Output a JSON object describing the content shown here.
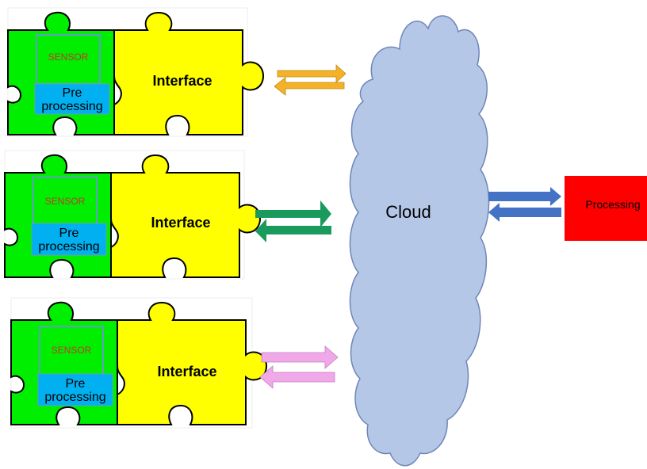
{
  "modules": [
    {
      "sensor_label": "SENSOR",
      "preprocessing_line1": "Pre",
      "preprocessing_line2": "processing",
      "interface_label": "Interface",
      "arrow_color": "#f4b228"
    },
    {
      "sensor_label": "SENSOR",
      "preprocessing_line1": "Pre",
      "preprocessing_line2": "processing",
      "interface_label": "Interface",
      "arrow_color": "#1a9a5c"
    },
    {
      "sensor_label": "SENSOR",
      "preprocessing_line1": "Pre",
      "preprocessing_line2": "processing",
      "interface_label": "Interface",
      "arrow_color": "#f0a8e8"
    }
  ],
  "cloud": {
    "label": "Cloud",
    "color": "#b4c7e7",
    "outline": "#6f86b8"
  },
  "processing": {
    "label": "Processing",
    "color": "#ff0000"
  },
  "processing_arrow_color": "#4472c4",
  "colors": {
    "sensor_piece": "#00ee00",
    "interface_piece": "#ffff00",
    "preprocessing_box": "#00b0f0"
  }
}
